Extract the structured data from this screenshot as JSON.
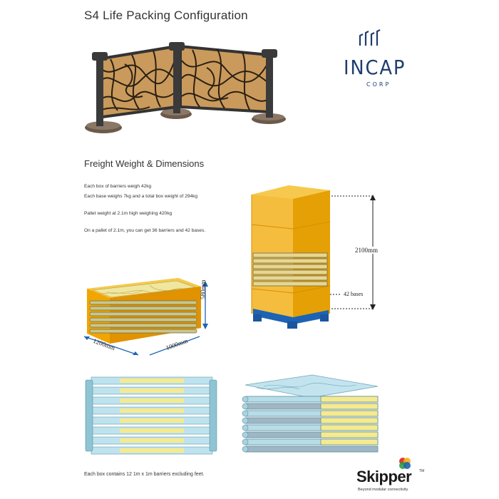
{
  "header": {
    "title": "S4 Life Packing Configuration"
  },
  "incap_logo": {
    "name": "INCAP",
    "sub": "CORP"
  },
  "section": {
    "subtitle": "Freight Weight & Dimensions"
  },
  "info": {
    "line1": "Each box of barriers weigh 42kg",
    "line2": "Each base weighs 7kg and a total box weight of 294kg",
    "line3": "Pallet weight at 2.1m high weighing 420kg",
    "line4": "On a pallet of 2.1m, you can get 36 barriers and 42 bases."
  },
  "pallet": {
    "height_label": "2100mm",
    "bases_label": "42 bases"
  },
  "box": {
    "length_label": "1200mm",
    "width_label": "1000mm",
    "height_label": "580mm"
  },
  "footer": {
    "note": "Each box contains 12 1m x 1m barriers excluding feet."
  },
  "skipper_logo": {
    "name": "Skipper",
    "tm": "TM",
    "tagline": "Beyond modular connectivity"
  },
  "colors": {
    "accent_navy": "#1f3d6e",
    "orange": "#f2a500",
    "yellow": "#f5e37a",
    "light_blue": "#a8dbe8",
    "pallet_blue": "#1d63b4"
  }
}
